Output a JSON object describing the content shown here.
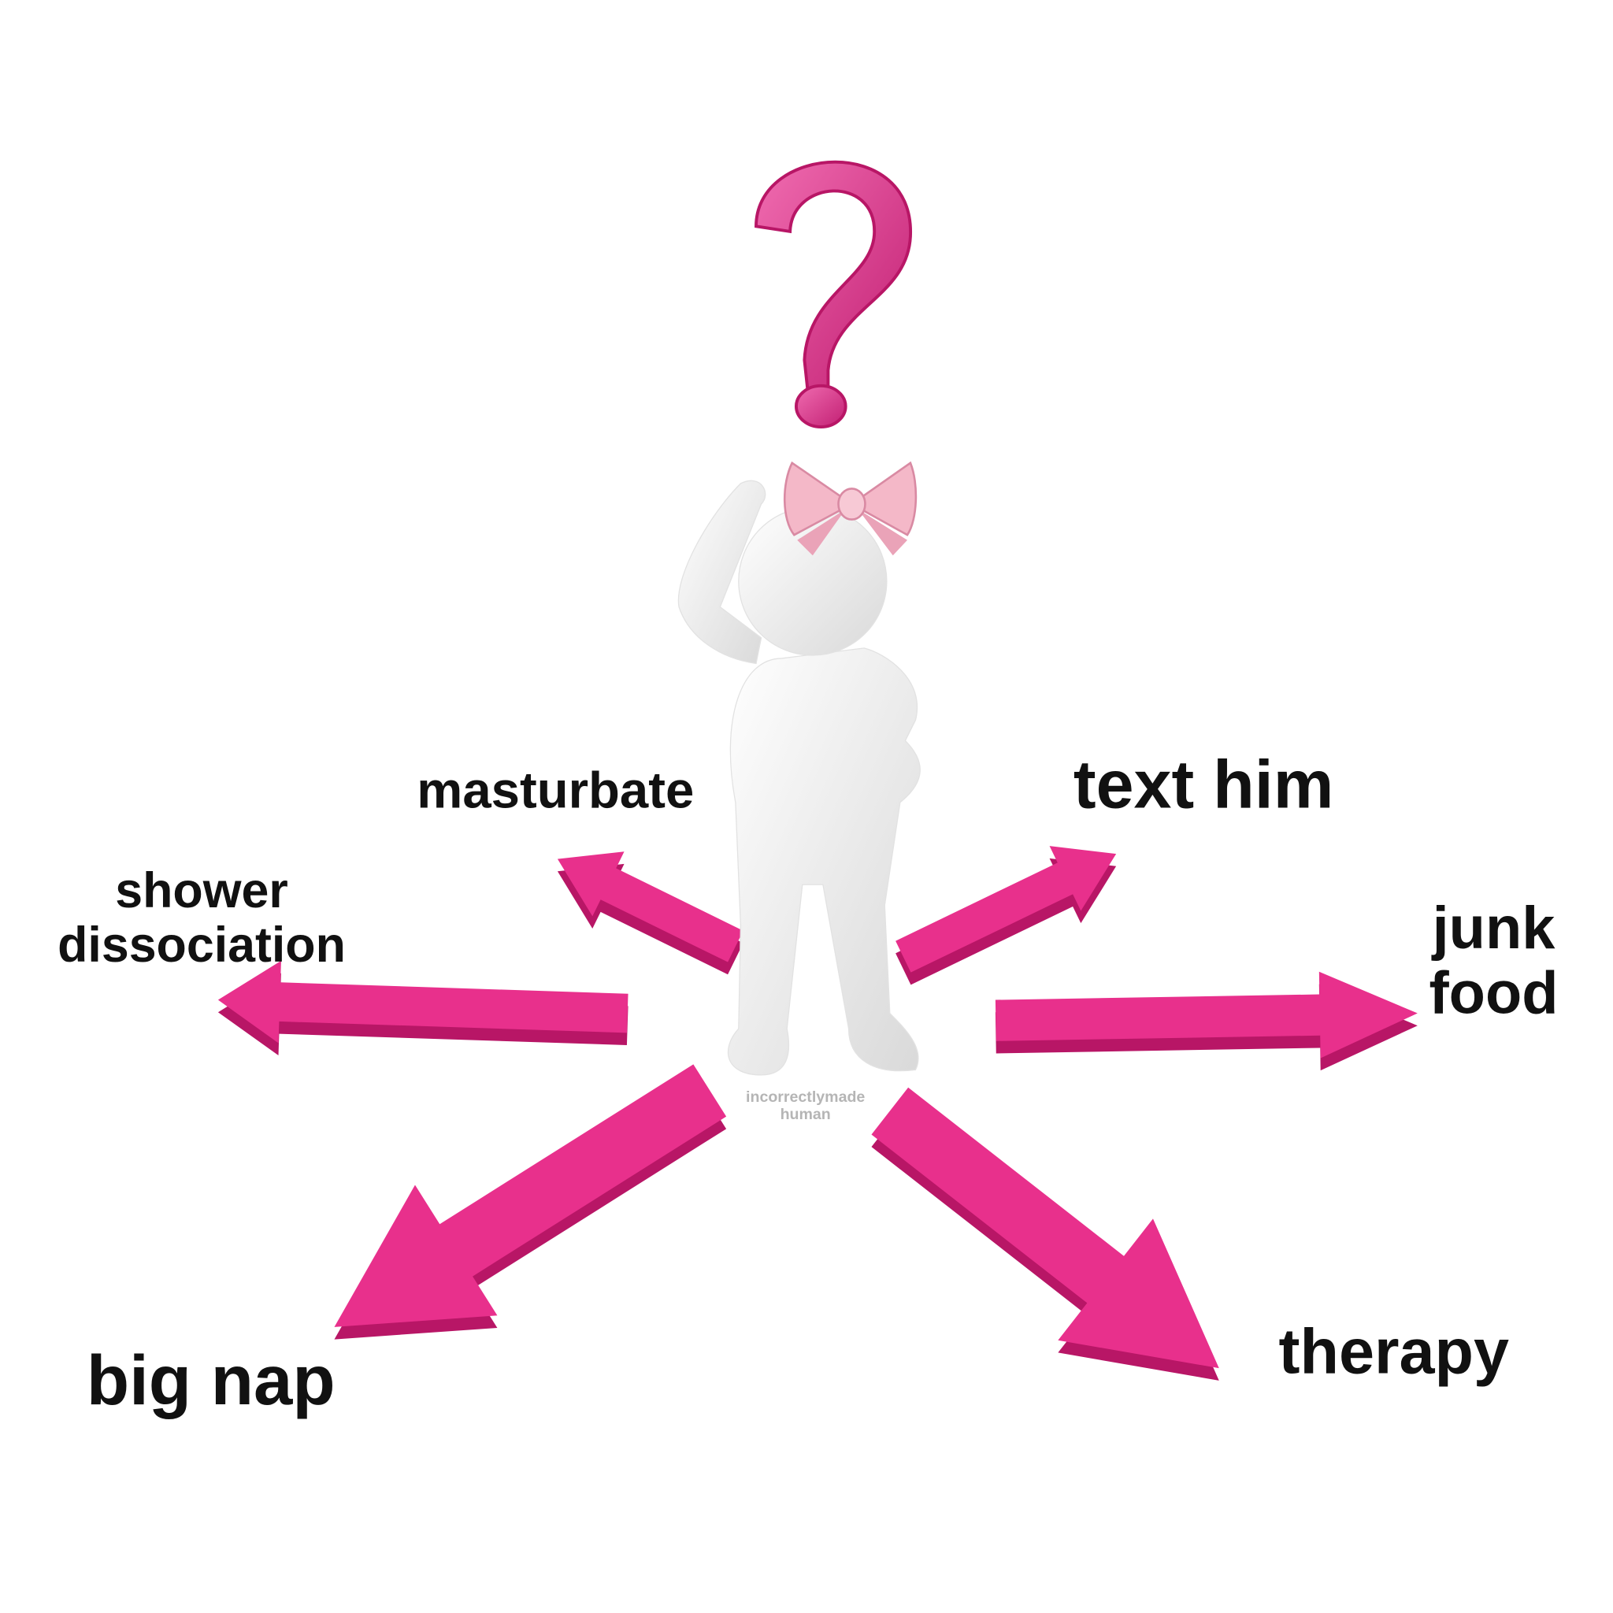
{
  "labels": {
    "masturbate": "masturbate",
    "text_him": "text him",
    "shower_line1": "shower",
    "shower_line2": "dissociation",
    "junk_line1": "junk",
    "junk_line2": "food",
    "big_nap": "big nap",
    "therapy": "therapy"
  },
  "watermark": {
    "line1": "incorrectlymade",
    "line2": "human"
  },
  "colors": {
    "arrow": "#e8308c",
    "arrow_dark": "#b81666",
    "question": "#e0439a",
    "bow": "#f4b8c8",
    "text": "#111111"
  }
}
